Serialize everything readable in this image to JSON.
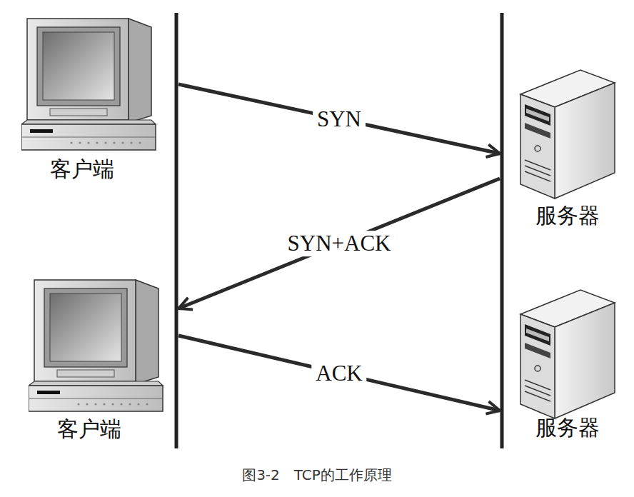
{
  "diagram": {
    "caption": "图3-2　TCP的工作原理",
    "nodes": [
      {
        "text": [
          "客户端"
        ]
      },
      {
        "text": [
          "服务器"
        ]
      },
      {
        "text": [
          "客户端"
        ]
      },
      {
        "text": [
          "服务器"
        ]
      }
    ],
    "edges": [
      {
        "from": 0,
        "to": 1,
        "arrow": "to",
        "label": "SYN"
      },
      {
        "from": 1,
        "to": 2,
        "arrow": "to",
        "label": "SYN+ACK"
      },
      {
        "from": 2,
        "to": 3,
        "arrow": "to",
        "label": "ACK"
      }
    ]
  }
}
